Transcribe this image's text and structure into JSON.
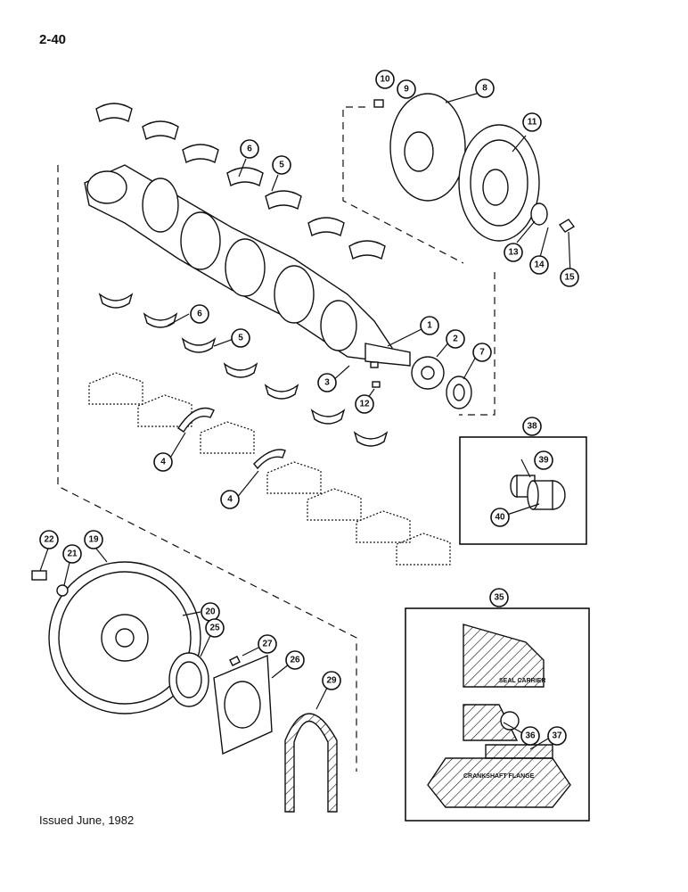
{
  "page_number": "2-40",
  "footer": "Issued June, 1982",
  "callouts": [
    "1",
    "2",
    "3",
    "4",
    "5",
    "6",
    "7",
    "8",
    "9",
    "10",
    "11",
    "12",
    "13",
    "14",
    "15",
    "19",
    "20",
    "21",
    "22",
    "25",
    "26",
    "27",
    "29",
    "35",
    "36",
    "37",
    "38",
    "39",
    "40"
  ],
  "detail_labels": {
    "seal_carrier": "SEAL CARRIER",
    "crankshaft_flange": "CRANKSHAFT FLANGE"
  }
}
